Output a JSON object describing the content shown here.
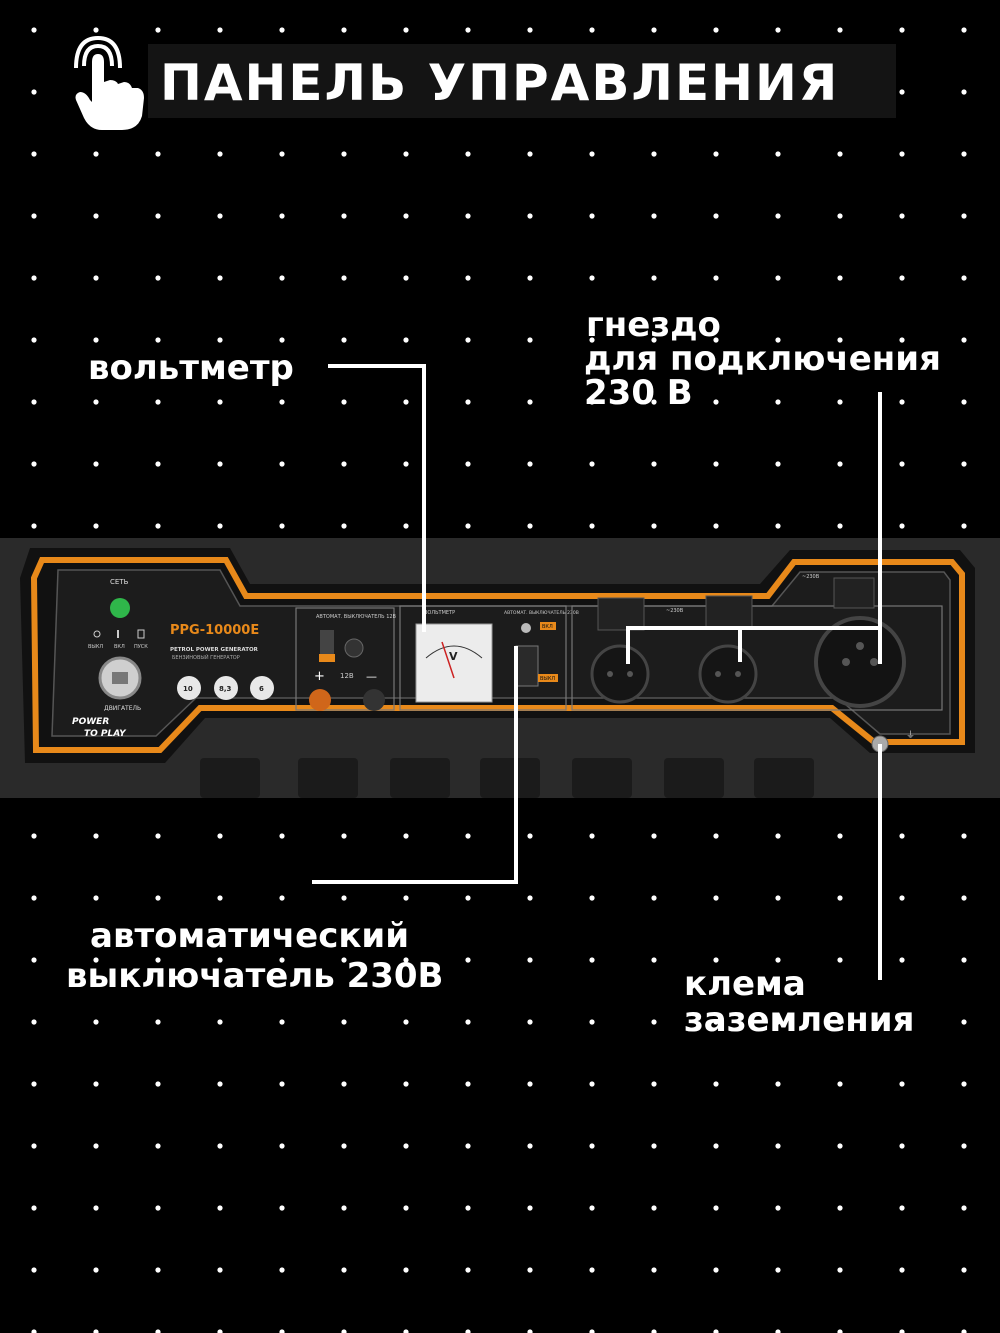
{
  "header": {
    "title": "ПАНЕЛЬ УПРАВЛЕНИЯ",
    "icon": "hand-tap-icon"
  },
  "callouts": {
    "voltmeter": "вольтметр",
    "socket_line1": "гнездо",
    "socket_line2": "для подключения",
    "socket_line3": "230 В",
    "breaker_line1": "автоматический",
    "breaker_line2": "выключатель 230В",
    "ground_line1": "клема",
    "ground_line2": "заземления"
  },
  "panel": {
    "network_label": "СЕТЬ",
    "switch_off": "ВЫКЛ",
    "switch_on": "ВКЛ",
    "switch_start": "ПУСК",
    "engine_label": "ДВИГАТЕЛЬ",
    "power_line1": "POWER",
    "power_line2": "TO PLAY",
    "model": "PPG-10000E",
    "subtitle_en": "PETROL POWER GENERATOR",
    "subtitle_ru": "БЕНЗИНОВЫЙ ГЕНЕРАТОР",
    "spec1": "10",
    "spec2": "8,3",
    "spec3": "6",
    "dc_breaker_title": "АВТОМАТ. ВЫКЛЮЧАТЕЛЬ 12В",
    "dc_voltage": "12В",
    "dc_plus": "+",
    "dc_minus": "—",
    "voltmeter_title": "ВОЛЬТМЕТР",
    "voltmeter_unit": "V",
    "ac_breaker_title": "АВТОМАТ. ВЫКЛЮЧАТЕЛЬ 230В",
    "ac_on": "ВКЛ",
    "ac_off": "ВЫКЛ",
    "outlet_label_1": "~230В",
    "outlet_label_2": "~230В"
  },
  "colors": {
    "background": "#000000",
    "accent_orange": "#e8891a",
    "panel_dark": "#1a1a1a",
    "text": "#ffffff"
  }
}
